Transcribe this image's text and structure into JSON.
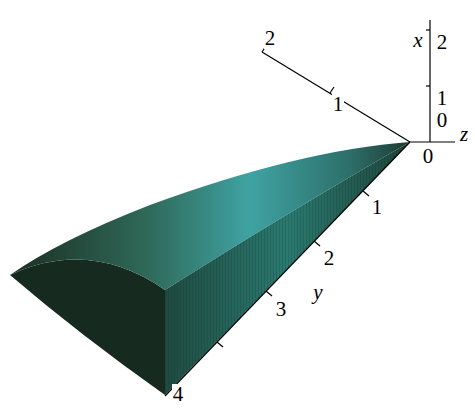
{
  "diagram": {
    "labels": [
      "2",
      "x",
      "2",
      "1",
      "1",
      "0",
      "z",
      "0",
      "1",
      "2",
      "y",
      "3",
      "4"
    ]
  }
}
